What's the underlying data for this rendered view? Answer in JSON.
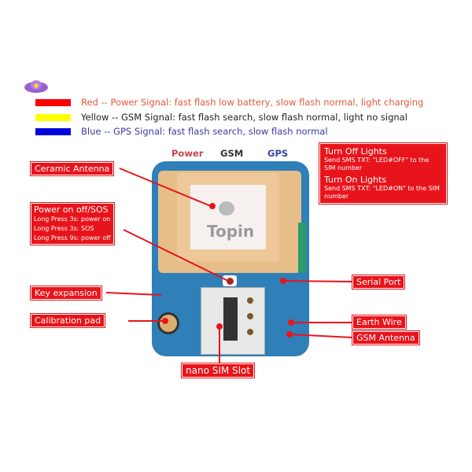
{
  "legend": [
    {
      "text": "Red -- Power Signal: fast flash low battery, slow flash normal, light charging",
      "color": "#ff0000",
      "text_color": "#e05a3a"
    },
    {
      "text": "Yellow -- GSM Signal: fast flash search, slow flash normal, light no signal",
      "color": "#ffff00",
      "text_color": "#222222"
    },
    {
      "text": "Blue -- GPS Signal: fast flash search, slow flash normal",
      "color": "#0000dd",
      "text_color": "#3a3aa0"
    }
  ],
  "led_labels": {
    "power": "Power",
    "gsm": "GSM",
    "gps": "GPS"
  },
  "lights_box": {
    "off_title": "Turn Off Lights",
    "off_text": "Send SMS TXT: \"LED#OFF\" to the SIM number",
    "on_title": "Turn On Lights",
    "on_text": "Send SMS TXT: \"LED#ON\" to the SIM number"
  },
  "callouts": {
    "ceramic_antenna": "Ceramic Antenna",
    "power_title": "Power on off/SOS",
    "power_lines": [
      "Long Press 3s: power on",
      "Long Press 3s: SOS",
      "Long Press 9s: power off"
    ],
    "key_expansion": "Key expansion",
    "calibration_pad": "Calibration pad",
    "serial_port": "Serial Port",
    "earth_wire": "Earth Wire",
    "gsm_antenna": "GSM Antenna",
    "nano_sim": "nano SIM Slot"
  },
  "board": {
    "logo": "Topin"
  },
  "accent": "#e8141b"
}
